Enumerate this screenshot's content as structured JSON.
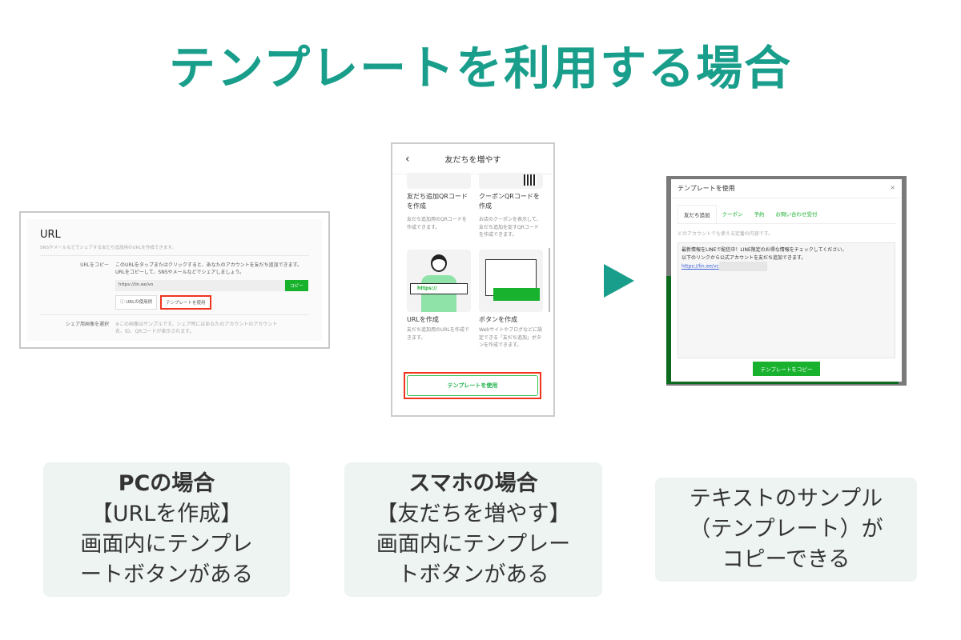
{
  "title": "テンプレートを利用する場合",
  "pc": {
    "heading": "URL",
    "subtitle": "SNSやメールなどでシェアする友だち追加用のURLを作成できます。",
    "copy_label": "URLをコピー",
    "copy_desc1": "このURLをタップまたはクリックすると、あなたのアカウントを友だち追加できます。",
    "copy_desc2": "URLをコピーして、SNSやメールなどでシェアしましょう。",
    "url_value": "https://lin.ee/vo",
    "copy_button": "コピー",
    "usage_button": "ⓘ URLの使用例",
    "template_button": "テンプレートを使用",
    "share_label": "シェア用画像を選択",
    "share_desc": "※この画像はサンプルです。シェア時にはあなたのアカウントのアカウント名、ID、QRコードが表示されます。"
  },
  "sp": {
    "header": "友だちを増やす",
    "back": "‹",
    "cards": [
      {
        "title": "友だち追加QRコードを作成",
        "desc": "友だち追加用のQRコードを作成できます。"
      },
      {
        "title": "クーポンQRコードを作成",
        "desc": "お店のクーポンを表示して、友だち追加を促すQRコードを作成できます。"
      },
      {
        "title": "URLを作成",
        "desc": "友だち追加用のURLを作成できます。",
        "illus_text": "https://"
      },
      {
        "title": "ボタンを作成",
        "desc": "Webサイトやブログなどに設定できる「友だち追加」ボタンを作成できます。"
      }
    ],
    "template_button": "テンプレートを使用"
  },
  "dialog": {
    "title": "テンプレートを使用",
    "close": "×",
    "tabs": [
      "友だち追加",
      "クーポン",
      "予約",
      "お問い合わせ受付"
    ],
    "desc": "どのアカウントでも使える定番の内容です。",
    "line1": "最新情報をLINEで配信中！LINE限定のお得な情報をチェックしてください。",
    "line2": "以下のリンクから公式アカウントを友だち追加できます。",
    "link": "https://lin.ee/vc",
    "copy_button": "テンプレートをコピー"
  },
  "captions": [
    {
      "l1": "PCの場合",
      "l2": "【URLを作成】",
      "l3": "画面内にテンプレ",
      "l4": "ートボタンがある"
    },
    {
      "l1": "スマホの場合",
      "l2": "【友だちを増やす】",
      "l3": "画面内にテンプレー",
      "l4": "トボタンがある"
    },
    {
      "l1": "テキストのサンプル",
      "l2": "（テンプレート）が",
      "l3": "コピーできる"
    }
  ],
  "colors": {
    "accent": "#1a9e8c",
    "line_green": "#18b22f",
    "highlight": "#f0341e"
  }
}
